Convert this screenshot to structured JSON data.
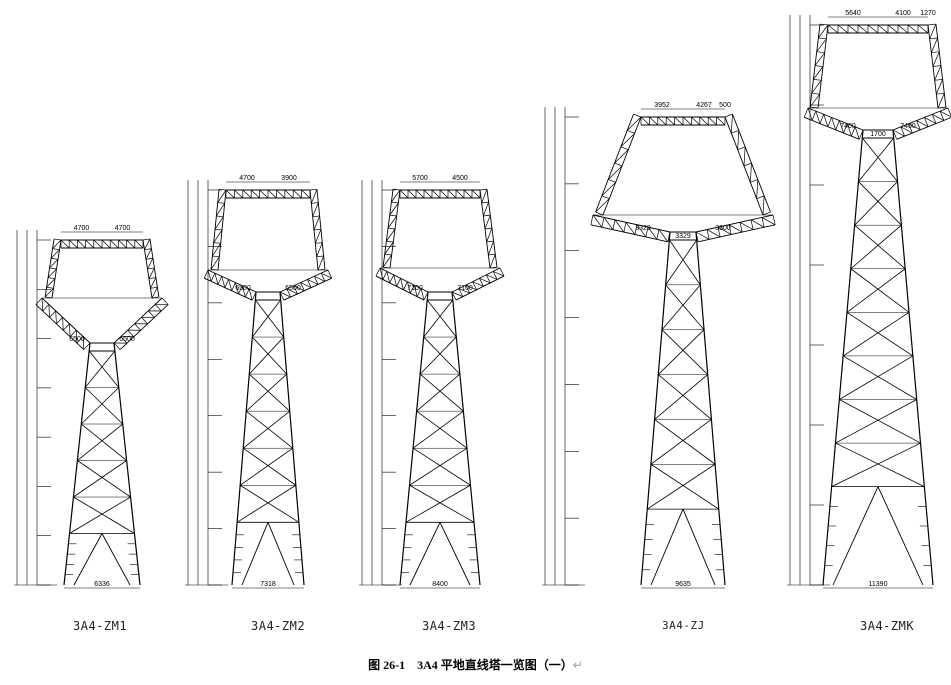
{
  "towers": [
    {
      "name": "3A4-ZM1",
      "dims": [
        "4700",
        "4700",
        "6500",
        "6500",
        "6336"
      ]
    },
    {
      "name": "3A4-ZM2",
      "dims": [
        "4700",
        "3900",
        "6500",
        "6500",
        "7318"
      ]
    },
    {
      "name": "3A4-ZM3",
      "dims": [
        "5700",
        "4500",
        "7100",
        "7100",
        "8400"
      ]
    },
    {
      "name": "3A4-ZJ",
      "dims": [
        "3952",
        "4267",
        "500",
        "3329",
        "3300",
        "3329",
        "9635"
      ]
    },
    {
      "name": "3A4-ZMK",
      "dims": [
        "5640",
        "4100",
        "1270",
        "7400",
        "7400",
        "1700",
        "11390"
      ]
    }
  ],
  "caption": "图 26-1　3A4 平地直线塔一览图（一）",
  "return_mark": "↵"
}
